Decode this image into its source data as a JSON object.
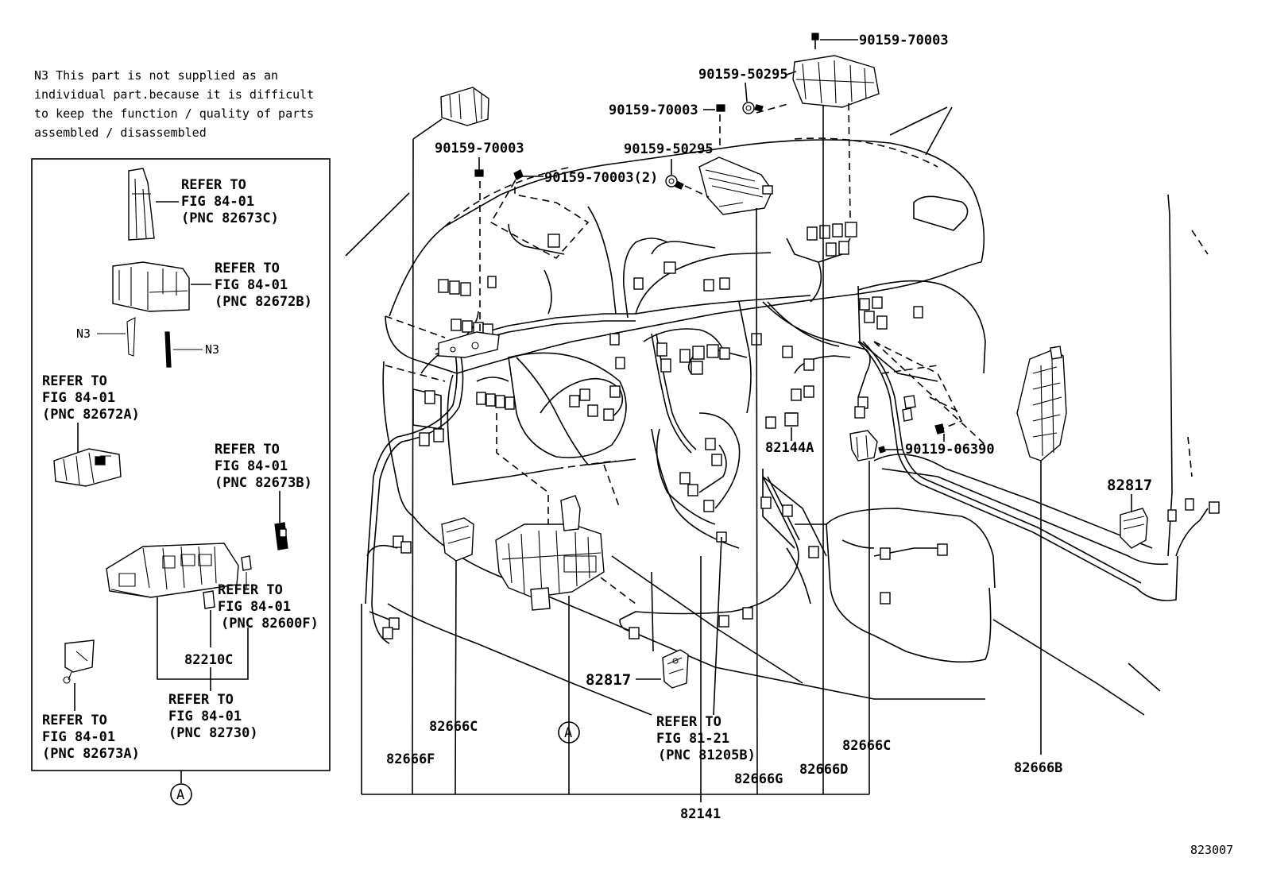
{
  "note": {
    "lines": [
      "N3 This part is not supplied as an",
      "individual part.because it is difficult",
      "to keep the function / quality of parts",
      "assembled / disassembled"
    ]
  },
  "inset": {
    "refs": [
      {
        "line1": "REFER TO",
        "line2": "FIG 84-01",
        "line3": "(PNC 82673C)"
      },
      {
        "line1": "REFER TO",
        "line2": "FIG 84-01",
        "line3": "(PNC 82672B)"
      },
      {
        "line1": "REFER TO",
        "line2": "FIG 84-01",
        "line3": "(PNC 82672A)"
      },
      {
        "line1": "REFER TO",
        "line2": "FIG 84-01",
        "line3": "(PNC 82673B)"
      },
      {
        "line1": "REFER TO",
        "line2": "FIG 84-01",
        "line3": "(PNC 82600F)"
      },
      {
        "line1": "REFER TO",
        "line2": "FIG 84-01",
        "line3": "(PNC 82730)"
      },
      {
        "line1": "REFER TO",
        "line2": "FIG 84-01",
        "line3": "(PNC 82673A)"
      }
    ],
    "n3_left": "N3",
    "n3_right": "N3",
    "part_82210c": "82210C",
    "marker": "A"
  },
  "parts": {
    "p90159_70003_top": "90159-70003",
    "p90159_50295_top": "90159-50295",
    "p90159_70003_mid": "90159-70003",
    "p90159_70003_left": "90159-70003",
    "p90159_70003_x2": "90159-70003(2)",
    "p90159_50295_mid": "90159-50295",
    "p82144a": "82144A",
    "p90119_06390": "90119-06390",
    "p82817_right": "82817",
    "p82817_center": "82817",
    "p82666c_left": "82666C",
    "p82666f": "82666F",
    "p82666g": "82666G",
    "p82666d": "82666D",
    "p82666c_right": "82666C",
    "p82666b": "82666B",
    "p82141": "82141",
    "ref_81205b": {
      "line1": "REFER TO",
      "line2": "FIG 81-21",
      "line3": "(PNC 81205B)"
    },
    "marker_main": "A"
  },
  "figure_code": "823007"
}
